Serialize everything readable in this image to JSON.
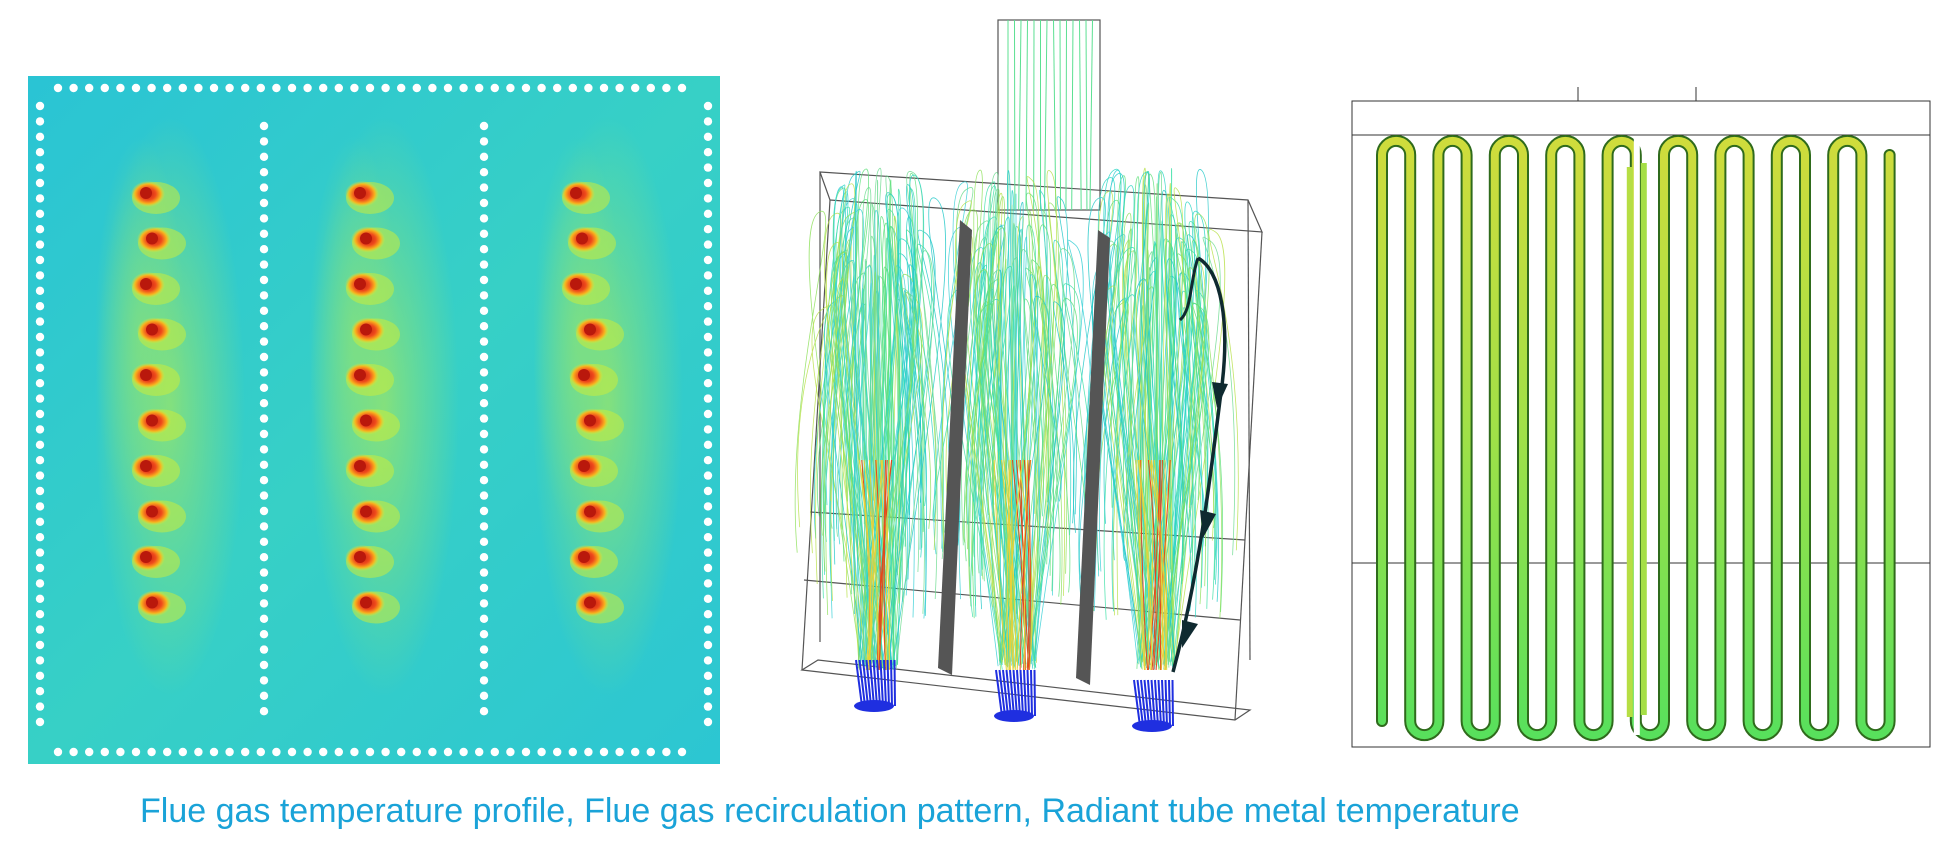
{
  "caption": "Flue gas temperature profile, Flue gas recirculation pattern, Radiant tube metal temperature",
  "panels": [
    {
      "name": "flue-gas-temperature-profile",
      "kind": "contour-plot",
      "burner_rows": 3,
      "flames_per_row": 10
    },
    {
      "name": "flue-gas-recirculation-pattern",
      "kind": "streamline-3d",
      "burners": 3,
      "partition_walls": 2
    },
    {
      "name": "radiant-tube-metal-temperature",
      "kind": "serpentine-coil",
      "tube_passes": 19
    }
  ],
  "colors": {
    "caption": "#1aa3d8",
    "background_field": "#29bfd6",
    "field_warm": "#7fe06a",
    "flame_hot": "#e8301c",
    "flame_mid": "#f6a51b",
    "tube_warm": "#c8dc3a",
    "tube_cool": "#5fe05a",
    "burner_blue": "#1f2fe0",
    "wall_gray": "#555555",
    "arrow": "#0f2a30"
  }
}
